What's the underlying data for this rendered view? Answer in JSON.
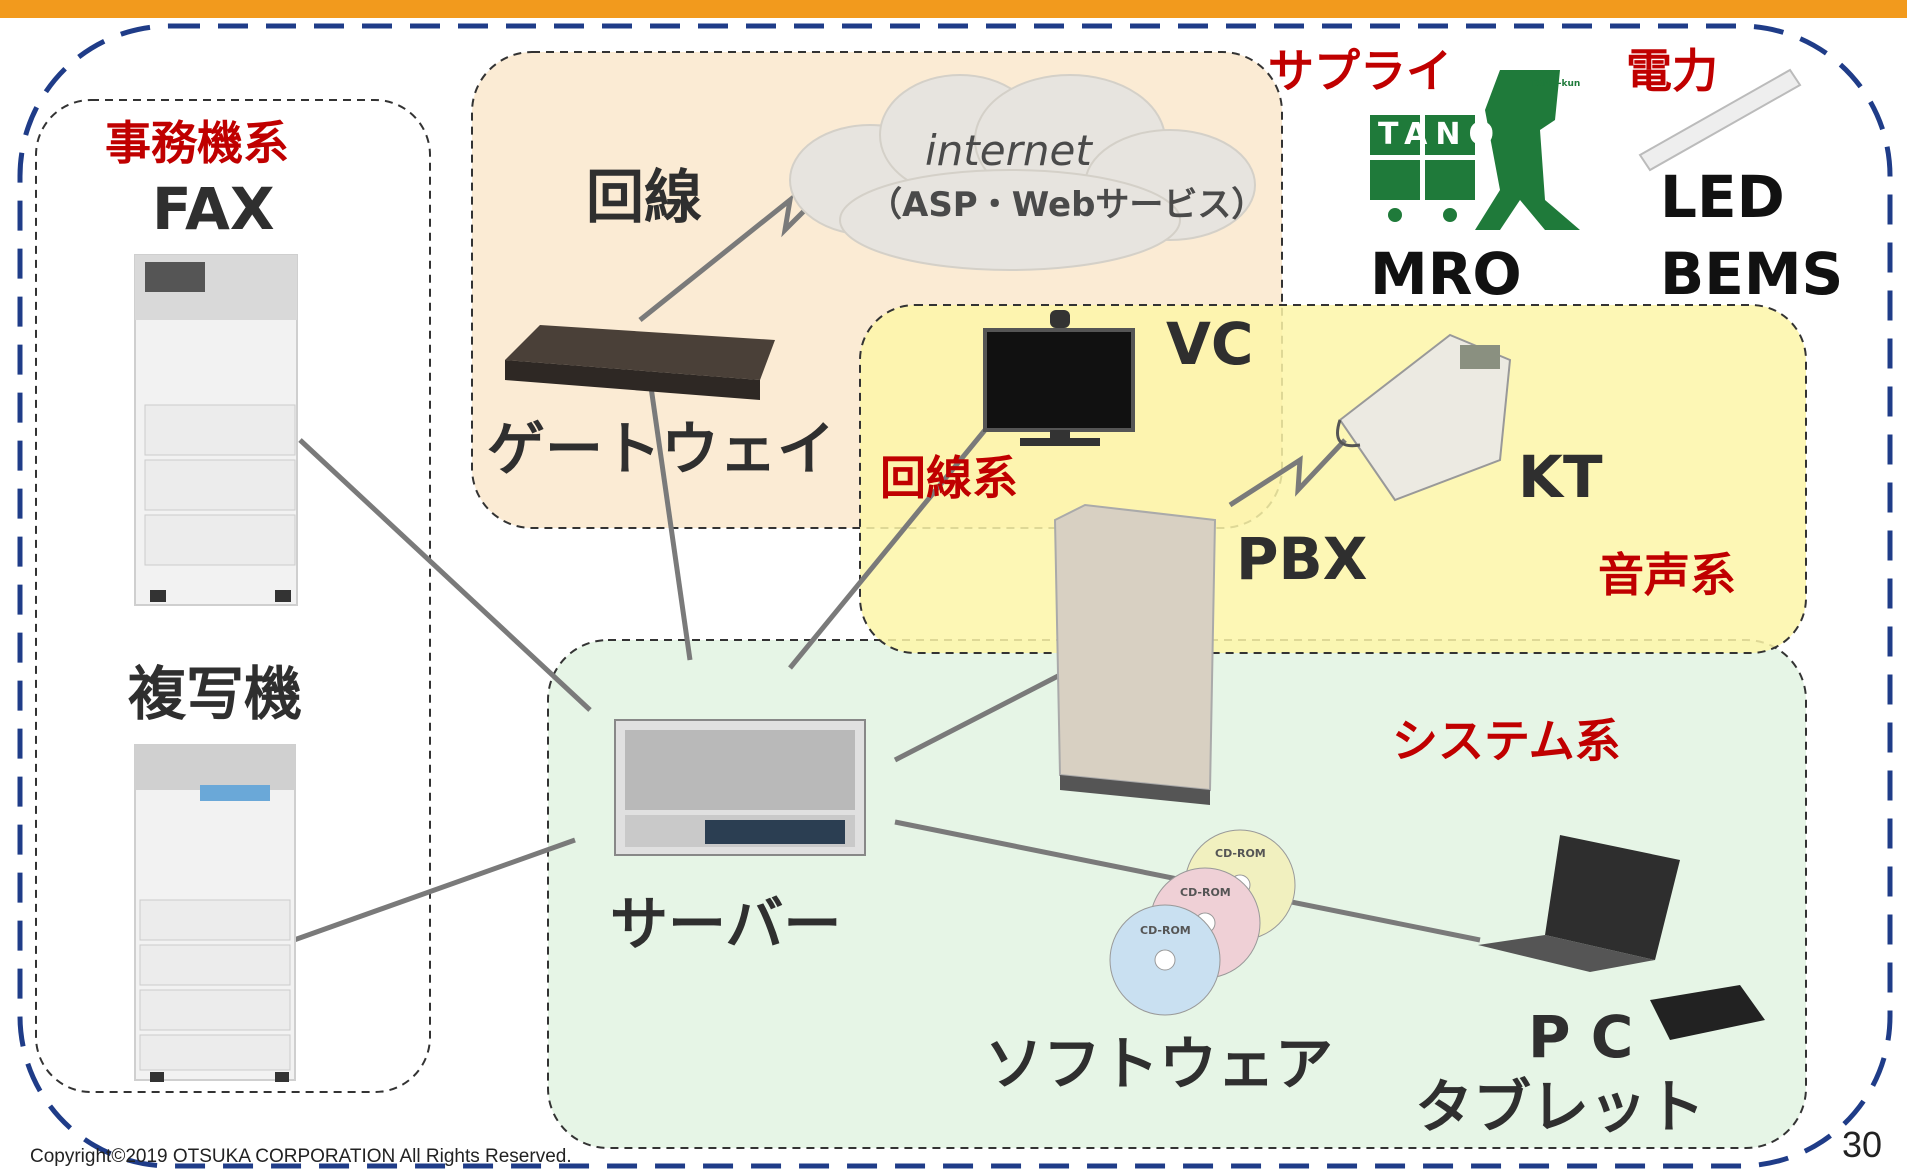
{
  "categories": {
    "office": "事務機系",
    "line": "回線系",
    "voice": "音声系",
    "system": "システム系"
  },
  "devices": {
    "fax": "FAX",
    "copier": "複写機",
    "line": "回線",
    "gateway": "ゲートウェイ",
    "vc": "VC",
    "pbx": "PBX",
    "kt": "KT",
    "server": "サーバー",
    "software": "ソフトウェア",
    "pc_line1": "P C",
    "pc_line2": "タブレット"
  },
  "cloud": {
    "title": "internet",
    "subtitle": "（ASP・Webサービス）"
  },
  "supply": {
    "label": "サプライ",
    "logo_text": "TANO",
    "logo_small": "TANO-kun",
    "name": "MRO"
  },
  "power": {
    "label": "電力",
    "line1": "LED",
    "line2": "BEMS"
  },
  "cd_label": "CD-ROM",
  "footer": {
    "copyright": "Copyright©2019 OTSUKA CORPORATION All Rights Reserved.",
    "page_number": "30"
  },
  "colors": {
    "accent_bar": "#f29a1d",
    "category_red": "#c00000",
    "border_blue": "#1f3c88",
    "line_region": "#fbe9cf",
    "voice_region": "#fdf6a8",
    "system_region": "#e6f5e6",
    "tano_green": "#1f7a3a"
  }
}
